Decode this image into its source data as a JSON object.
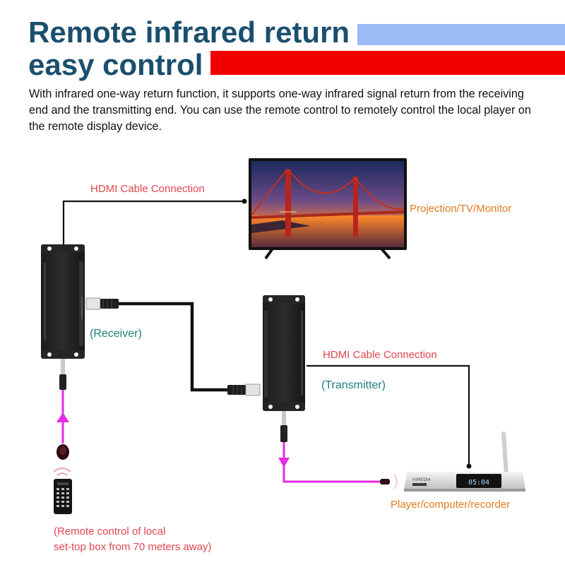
{
  "title": {
    "line1": "Remote infrared return",
    "line2": "easy control"
  },
  "intro": "With infrared one-way return function, it supports one-way infrared signal return from the receiving end and the transmitting end. You can use the remote control to remotely control the local player on the remote display device.",
  "labels": {
    "hdmi_top": "HDMI Cable Connection",
    "display": "Projection/TV/Monitor",
    "receiver": "(Receiver)",
    "hdmi_right": "HDMI Cable Connection",
    "transmitter": "(Transmitter)",
    "player": "Player/computer/recorder",
    "remote_line1": "(Remote control of local",
    "remote_line2": "set-top box from 70 meters away)",
    "player_clock": "05:04",
    "player_brand": "HIMEDIA"
  },
  "colors": {
    "title": "#1a4f6e",
    "accent_blue": "#9bbcf5",
    "accent_red": "#f20000",
    "ir_line": "#e52ce5",
    "hdmi_label": "#e0464f",
    "device_label": "#e07a1f",
    "unit_label": "#1e7f7a"
  }
}
